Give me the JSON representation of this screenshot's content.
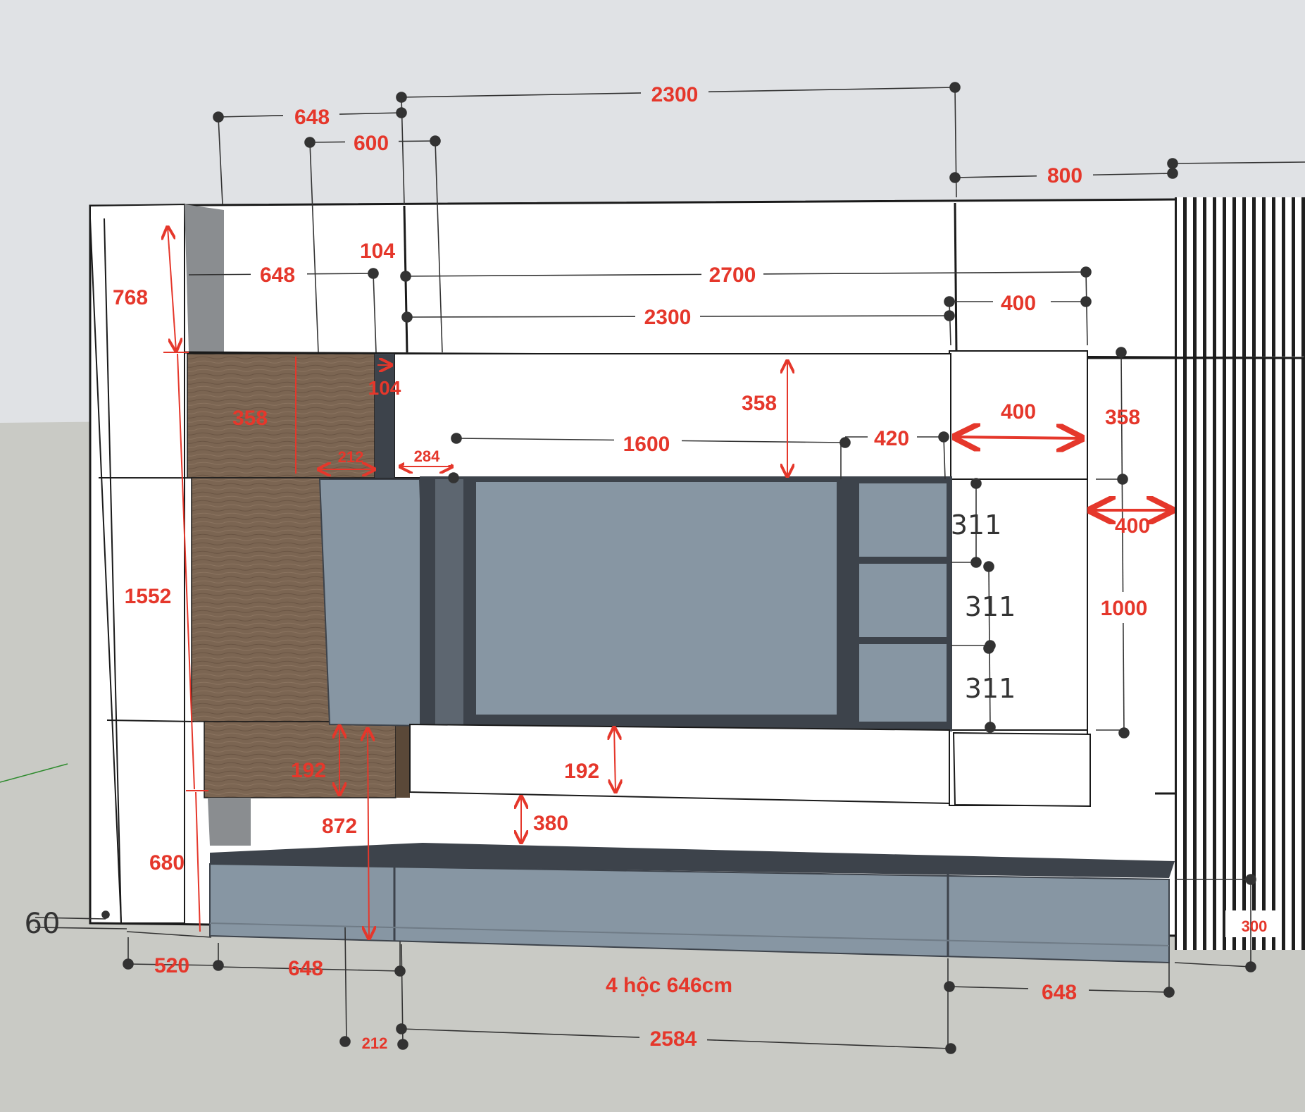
{
  "colors": {
    "sky": "#e0e2e5",
    "ground": "#c9cac5",
    "white_panel": "#ffffff",
    "wood": "#7b6552",
    "slate": "#8796a3",
    "dark_frame": "#3d434b",
    "annotation": "#e5372b",
    "dim_line": "#333333"
  },
  "dims": {
    "top_2300": "2300",
    "top_648": "648",
    "top_600": "600",
    "top_800": "800",
    "upper_648": "648",
    "upper_104": "104",
    "upper_2700": "2700",
    "upper_2300": "2300",
    "upper_400": "400",
    "left_768": "768",
    "left_1552": "1552",
    "left_680": "680",
    "wood_358": "358",
    "wood_104": "104",
    "wood_212": "212",
    "gap_284": "284",
    "center_358": "358",
    "tv_1600": "1600",
    "right_420": "420",
    "right_400_arrow": "400",
    "right_358": "358",
    "far_400_arrow": "400",
    "shelf_311_a": "311",
    "shelf_311_b": "311",
    "shelf_311_c": "311",
    "right_1000": "1000",
    "lower_192_left": "192",
    "lower_192_center": "192",
    "lower_872": "872",
    "lower_380": "380",
    "bottom_60": "60",
    "bottom_520": "520",
    "bottom_648_left": "648",
    "drawers_note": "4 hộc 646cm",
    "bottom_648_right": "648",
    "bottom_212": "212",
    "bottom_2584": "2584",
    "bottom_300": "300"
  }
}
